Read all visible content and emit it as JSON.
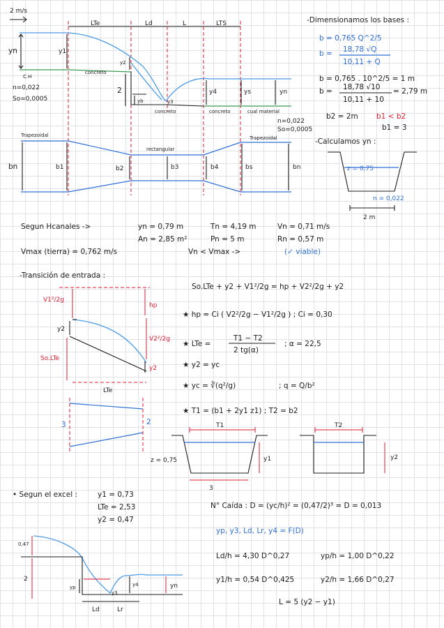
{
  "colors": {
    "ink": "#1b1b1b",
    "blue": "#2f6fd6",
    "light_blue": "#4d9be6",
    "red": "#e0182d",
    "green": "#3a9a55",
    "grid": "#dfe3e8"
  },
  "profile": {
    "scale": "2 m/s",
    "seg_lte": "LTe",
    "seg_ld": "Ld",
    "seg_l": "L",
    "seg_lts": "LTS",
    "yn_left": "yn",
    "y1": "y1",
    "y2": "y2",
    "yb": "yb",
    "y3": "y3",
    "y4": "y4",
    "ys": "ys",
    "yn_right": "yn",
    "height_2": "2",
    "ch": "C.H",
    "n_left": "n=0,022",
    "so_left": "So=0,0005",
    "concrete_1": "concreto",
    "concrete_2": "concreto",
    "concrete_3": "concreto",
    "soil_material": "cual material",
    "n_right": "n=0,022",
    "so_right": "So=0,0005"
  },
  "plan": {
    "trap_left": "Trapezoidal",
    "rect": "rectangular",
    "trap_right": "Trapezoidal",
    "bn_left": "bn",
    "b1": "b1",
    "b2": "b2",
    "b3": "b3",
    "b4": "b4",
    "bs": "bs",
    "bn_right": "bn"
  },
  "bases": {
    "title": "-Dimensionamos los bases :",
    "f1": "b = 0,765 Q^2/5",
    "f2_lhs": "b =",
    "f2_num": "18,78 √Q",
    "f2_den": "10,11 + Q",
    "c1": "b = 0,765 . 10^2/5 = 1 m",
    "c2_lhs": "b =",
    "c2_num": "18,78 √10",
    "c2_den": "10,11 + 10",
    "c2_res": "= 2,79 m",
    "b2": "b2 = 2m",
    "cmp": "b1 < b2",
    "b1": "b1 = 3",
    "calc_yn": "-Calculamos yn :",
    "z": "z = 0,75",
    "n": "n = 0,022",
    "width": "2 m"
  },
  "hcanales": {
    "label": "Segun Hcanales ->",
    "yn": "yn = 0,79 m",
    "tn": "Tn = 4,19 m",
    "vn": "Vn = 0,71 m/s",
    "an": "An = 2,85 m²",
    "pn": "Pn = 5 m",
    "rn": "Rn = 0,57 m",
    "vmax": "Vmax (tierra) = 0,762 m/s",
    "cmp": "Vn < Vmax ->",
    "viable": "(✓ viable)"
  },
  "entrada": {
    "title": "-Transición de entrada :",
    "v1": "V1²/2g",
    "y2": "y2",
    "so_lte": "So.LTe",
    "hp": "hp",
    "v2": "V2²/2g",
    "y2b": "y2",
    "lte": "LTe",
    "w3": "3",
    "w2": "2",
    "eq_energy": "So.LTe + y2 + V1²/2g = hp + V2²/2g + y2",
    "eq_hp": "★ hp = Ci ( V2²/2g − V1²/2g ) ; Ci = 0,30",
    "eq_lte_lhs": "★ LTe =",
    "eq_lte_num": "T1 − T2",
    "eq_lte_den": "2 tg(α)",
    "eq_alpha": "; α = 22,5",
    "eq_y2": "★ y2 = yc",
    "eq_yc": "★ yc = ∛(q²/g)",
    "eq_q": "; q = Q/b²",
    "eq_t": "★ T1 = (b1 + 2y1 z1) ; T2 = b2",
    "t1": "T1",
    "t2": "T2",
    "z": "z = 0,75",
    "y1s": "y1",
    "y2s": "y2",
    "base": "3"
  },
  "excel": {
    "label": "• Segun el excel :",
    "y1": "y1 = 0,73",
    "lte": "LTe = 2,53",
    "y2": "y2 = 0,47",
    "h047": "0,47",
    "h2": "2",
    "yp": "yp",
    "y3": "y3",
    "y4": "y4",
    "yn": "yn",
    "ld": "Ld",
    "lr": "Lr",
    "caida": "N° Caída : D = (yc/h)² = (0,47/2)³ = D = 0,013",
    "fd": "yp, y3, Ld, Lr, y4 = F(D)",
    "ld_h": "Ld/h = 4,30 D^0,27",
    "yp_h": "yp/h = 1,00 D^0,22",
    "y1_h": "y1/h = 0,54 D^0,425",
    "y2_h": "y2/h = 1,66 D^0,27",
    "L": "L = 5 (y2 − y1)"
  }
}
